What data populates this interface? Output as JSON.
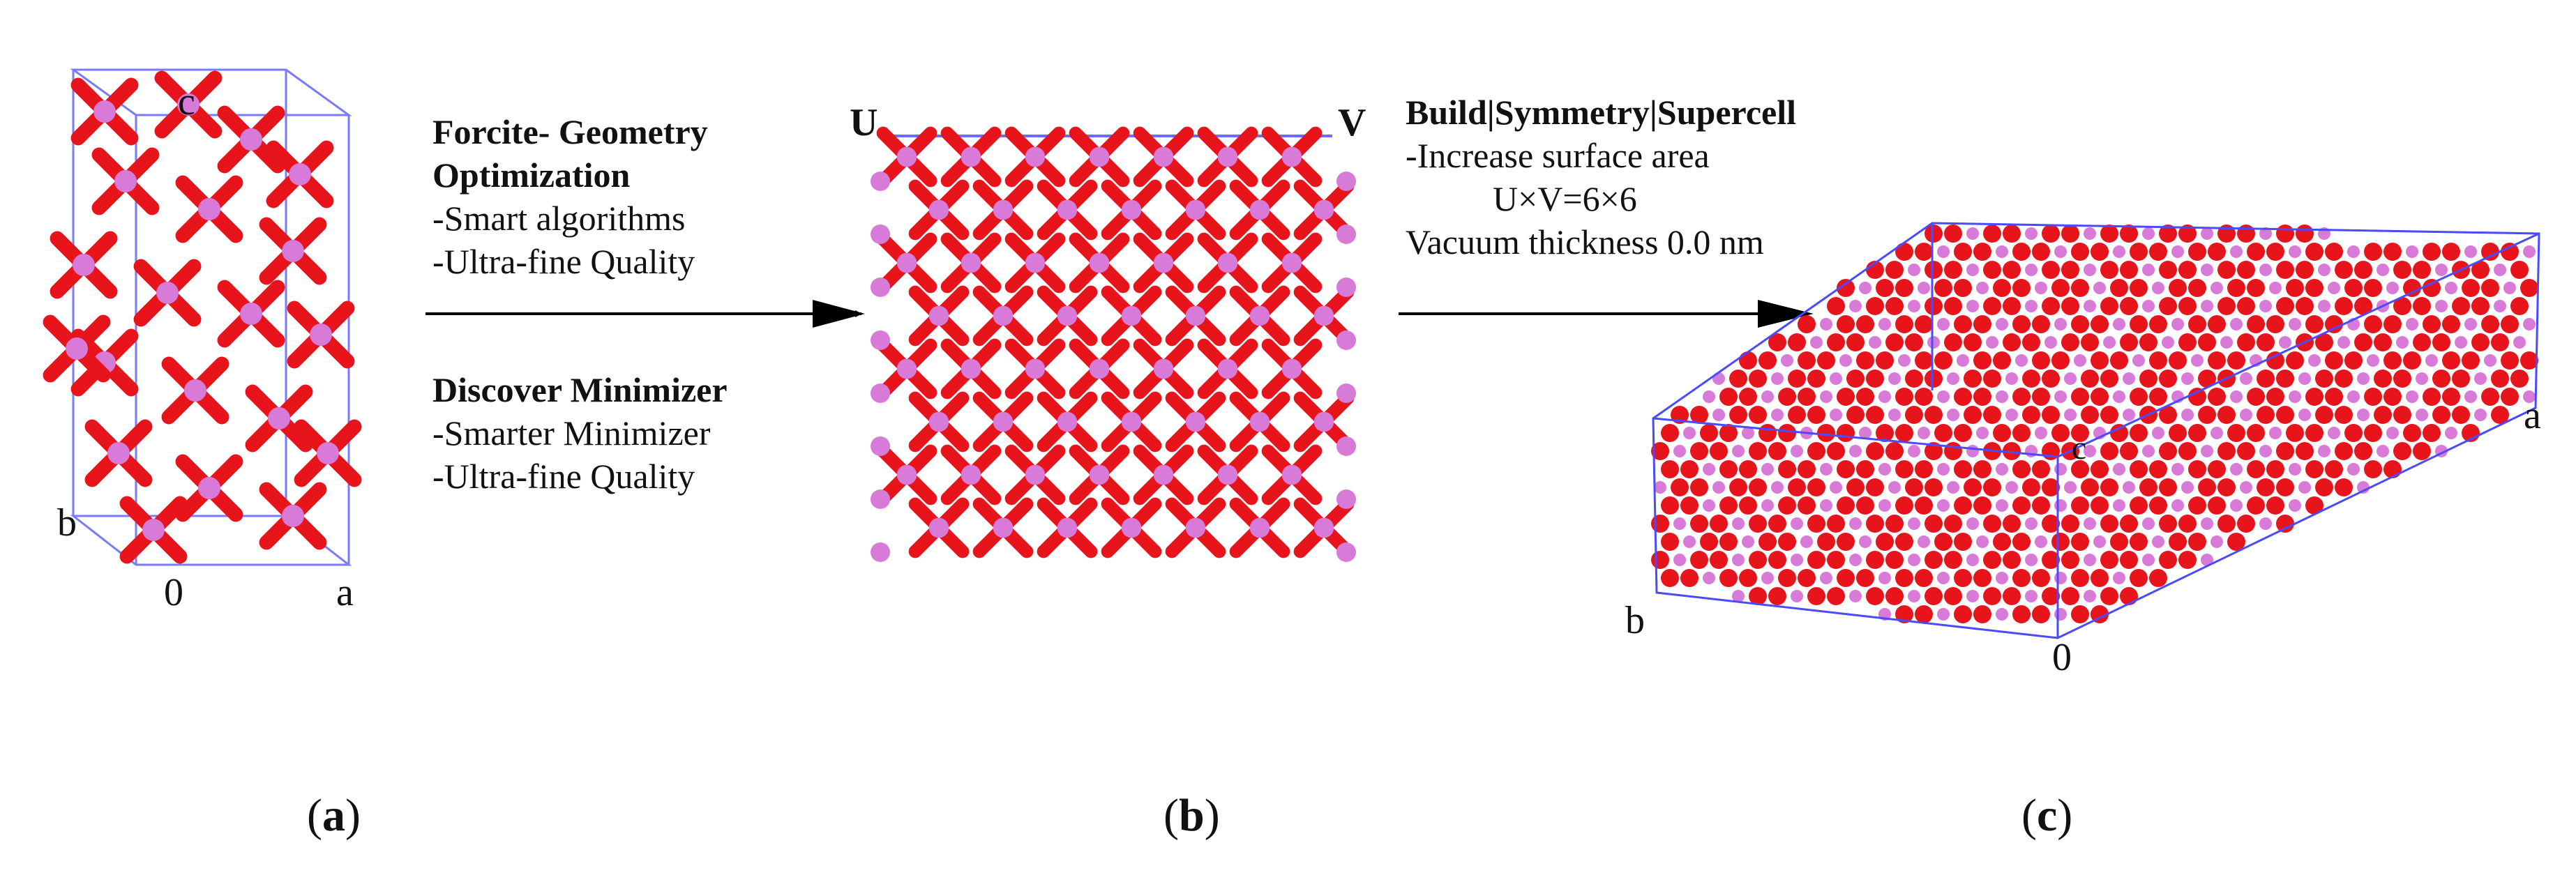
{
  "panel_a": {
    "axis_c": "c",
    "axis_b": "b",
    "axis_0": "0",
    "axis_a": "a",
    "caption_open": "(",
    "caption_letter": "a",
    "caption_close": ")"
  },
  "step1": {
    "title_line1": "Forcite- Geometry",
    "title_line2": "Optimization",
    "item1": "-Smart algorithms",
    "item2": "-Ultra-fine Quality",
    "title2": "Discover Minimizer",
    "item3": "-Smarter Minimizer",
    "item4": "-Ultra-fine Quality"
  },
  "panel_b": {
    "axis_u": "U",
    "axis_v": "V",
    "caption_open": "(",
    "caption_letter": "b",
    "caption_close": ")"
  },
  "step2": {
    "title": "Build|Symmetry|Supercell",
    "item1": "-Increase surface area",
    "item2": "U×V=6×6",
    "item3": "Vacuum thickness 0.0 nm"
  },
  "panel_c": {
    "axis_c": "c",
    "axis_a": "a",
    "axis_b": "b",
    "axis_0": "0",
    "caption_open": "(",
    "caption_letter": "c",
    "caption_close": ")"
  },
  "colors": {
    "oxygen": "#e8141c",
    "silicon": "#d87ad8",
    "cell_edge": "#6b6bff",
    "arrow": "#000000"
  }
}
